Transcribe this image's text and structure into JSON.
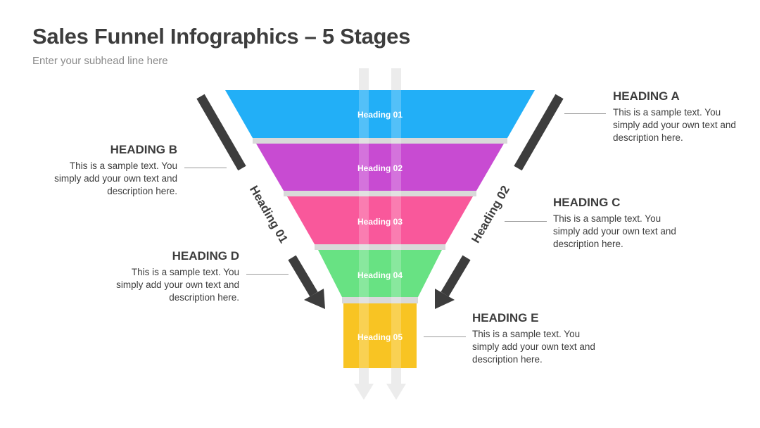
{
  "title": "Sales Funnel Infographics – 5 Stages",
  "subhead": "Enter your subhead line here",
  "colors": {
    "stage1": "#22aff7",
    "stage2": "#c84bd2",
    "stage3": "#f9589b",
    "stage4": "#68e283",
    "stage5": "#f8c423",
    "separator": "#d9d9d9",
    "arrow": "#3d3d3d",
    "ghost_arrow": "#ececec",
    "text": "#3d3d3d"
  },
  "stages": [
    {
      "label": "Heading 01"
    },
    {
      "label": "Heading 02"
    },
    {
      "label": "Heading 03"
    },
    {
      "label": "Heading 04"
    },
    {
      "label": "Heading 05"
    }
  ],
  "side_labels": {
    "left": "Heading 01",
    "right": "Heading 02"
  },
  "callouts": {
    "a": {
      "heading": "HEADING A",
      "text": "This is a sample text. You simply add your own text and description here."
    },
    "b": {
      "heading": "HEADING B",
      "text": "This is a sample text. You simply add your own text and description here."
    },
    "c": {
      "heading": "HEADING C",
      "text": "This is a sample text. You simply add your own text and description here."
    },
    "d": {
      "heading": "HEADING D",
      "text": "This is a sample text. You simply add your own text and description here."
    },
    "e": {
      "heading": "HEADING E",
      "text": "This is a sample text. You simply add your own text and description here."
    }
  }
}
